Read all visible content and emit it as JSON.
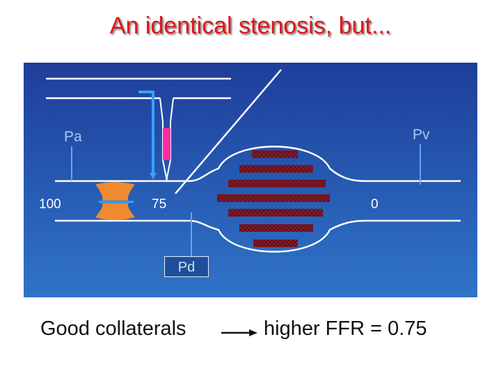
{
  "title": "An identical stenosis, but...",
  "diagram": {
    "label_pa": "Pa",
    "label_pv": "Pv",
    "label_pd": "Pd",
    "value_aortic": "100",
    "value_distal": "75",
    "value_venous": "0"
  },
  "caption": {
    "left": "Good collaterals",
    "right": "higher FFR = 0.75"
  },
  "colors": {
    "title": "#e0161b",
    "background_top": "#1e3e9a",
    "background_bottom": "#2f74c8",
    "vessel": "#ffffff",
    "stenosis": "#f08a30",
    "wire": "#3aa0ff",
    "sensor": "#ff2aa8",
    "capillary": "#8a1c2a"
  }
}
